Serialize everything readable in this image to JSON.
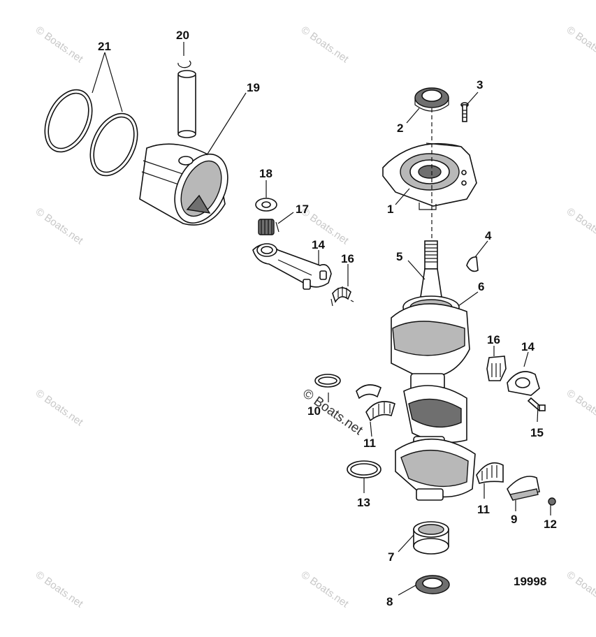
{
  "watermark": "© Boats.net",
  "figure_number": "19998",
  "callouts": {
    "c1": "1",
    "c2": "2",
    "c3": "3",
    "c4": "4",
    "c5": "5",
    "c6": "6",
    "c7": "7",
    "c8": "8",
    "c9": "9",
    "c10": "10",
    "c11a": "11",
    "c11b": "11",
    "c12": "12",
    "c13": "13",
    "c14a": "14",
    "c14b": "14",
    "c15": "15",
    "c16a": "16",
    "c16b": "16",
    "c17": "17",
    "c18": "18",
    "c19": "19",
    "c20": "20",
    "c21": "21"
  }
}
